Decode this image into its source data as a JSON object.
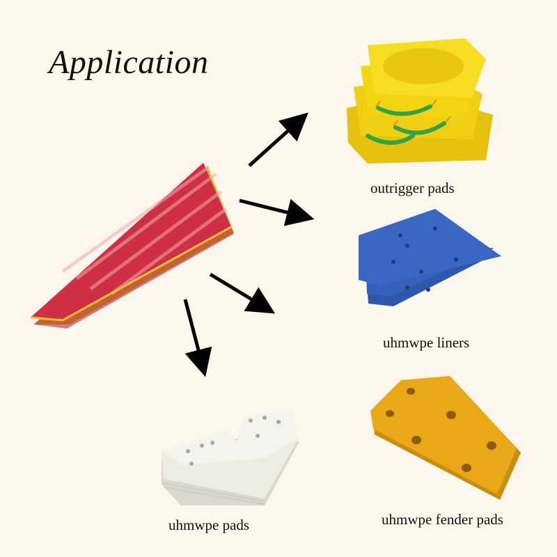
{
  "title": "Application",
  "products": {
    "source": {
      "name": "red-uhmwpe-sheets"
    },
    "outrigger": {
      "label": "outrigger pads"
    },
    "liners": {
      "label": "uhmwpe liners"
    },
    "pads": {
      "label": "uhmwpe pads"
    },
    "fender": {
      "label": "uhmwpe fender pads"
    }
  },
  "colors": {
    "background": "#fbf7ec",
    "red": "#c8283c",
    "yellow": "#f2d410",
    "blue": "#3a66c4",
    "white": "#ecebe4",
    "amber": "#e8a818",
    "handle": "#2fa24a",
    "arrow": "#000000"
  }
}
